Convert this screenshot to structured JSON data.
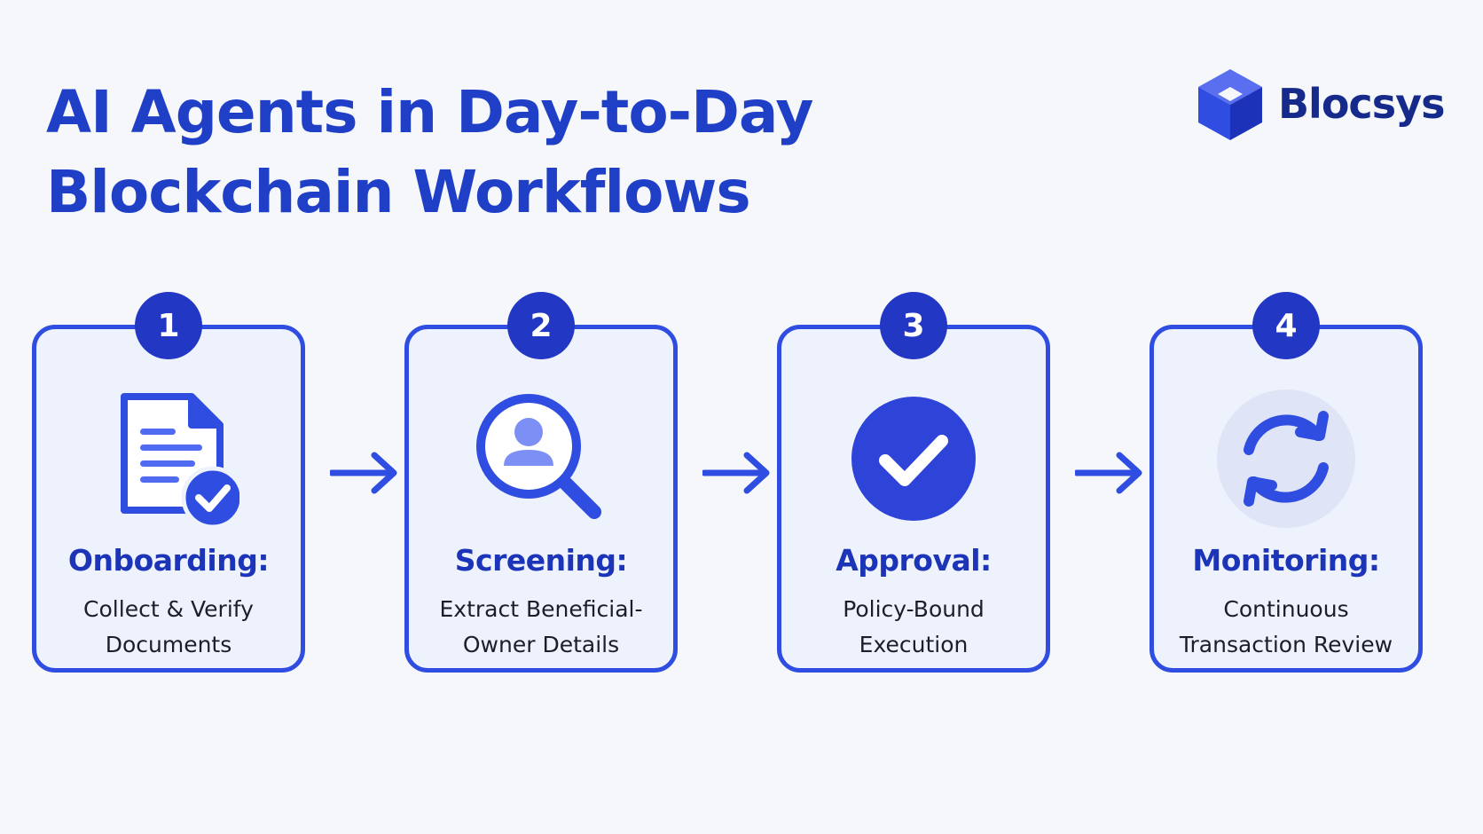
{
  "title": {
    "line1": "AI Agents in Day-to-Day",
    "line2": "Blockchain Workflows"
  },
  "brand": {
    "name": "Blocsys",
    "logo_icon": "cube-logo-icon"
  },
  "colors": {
    "primary": "#2f4de0",
    "badge": "#2237c4",
    "title": "#1f3fc7",
    "card_bg": "#eef2fc",
    "background": "#f6f7fb"
  },
  "steps": [
    {
      "number": "1",
      "title": "Onboarding:",
      "desc_line1": "Collect & Verify",
      "desc_line2": "Documents",
      "icon": "document-check-icon"
    },
    {
      "number": "2",
      "title": "Screening:",
      "desc_line1": "Extract Beneficial-",
      "desc_line2": "Owner Details",
      "icon": "user-search-icon"
    },
    {
      "number": "3",
      "title": "Approval:",
      "desc_line1": "Policy-Bound",
      "desc_line2": "Execution",
      "icon": "check-circle-icon"
    },
    {
      "number": "4",
      "title": "Monitoring:",
      "desc_line1": "Continuous",
      "desc_line2": "Transaction Review",
      "icon": "refresh-cycle-icon"
    }
  ]
}
